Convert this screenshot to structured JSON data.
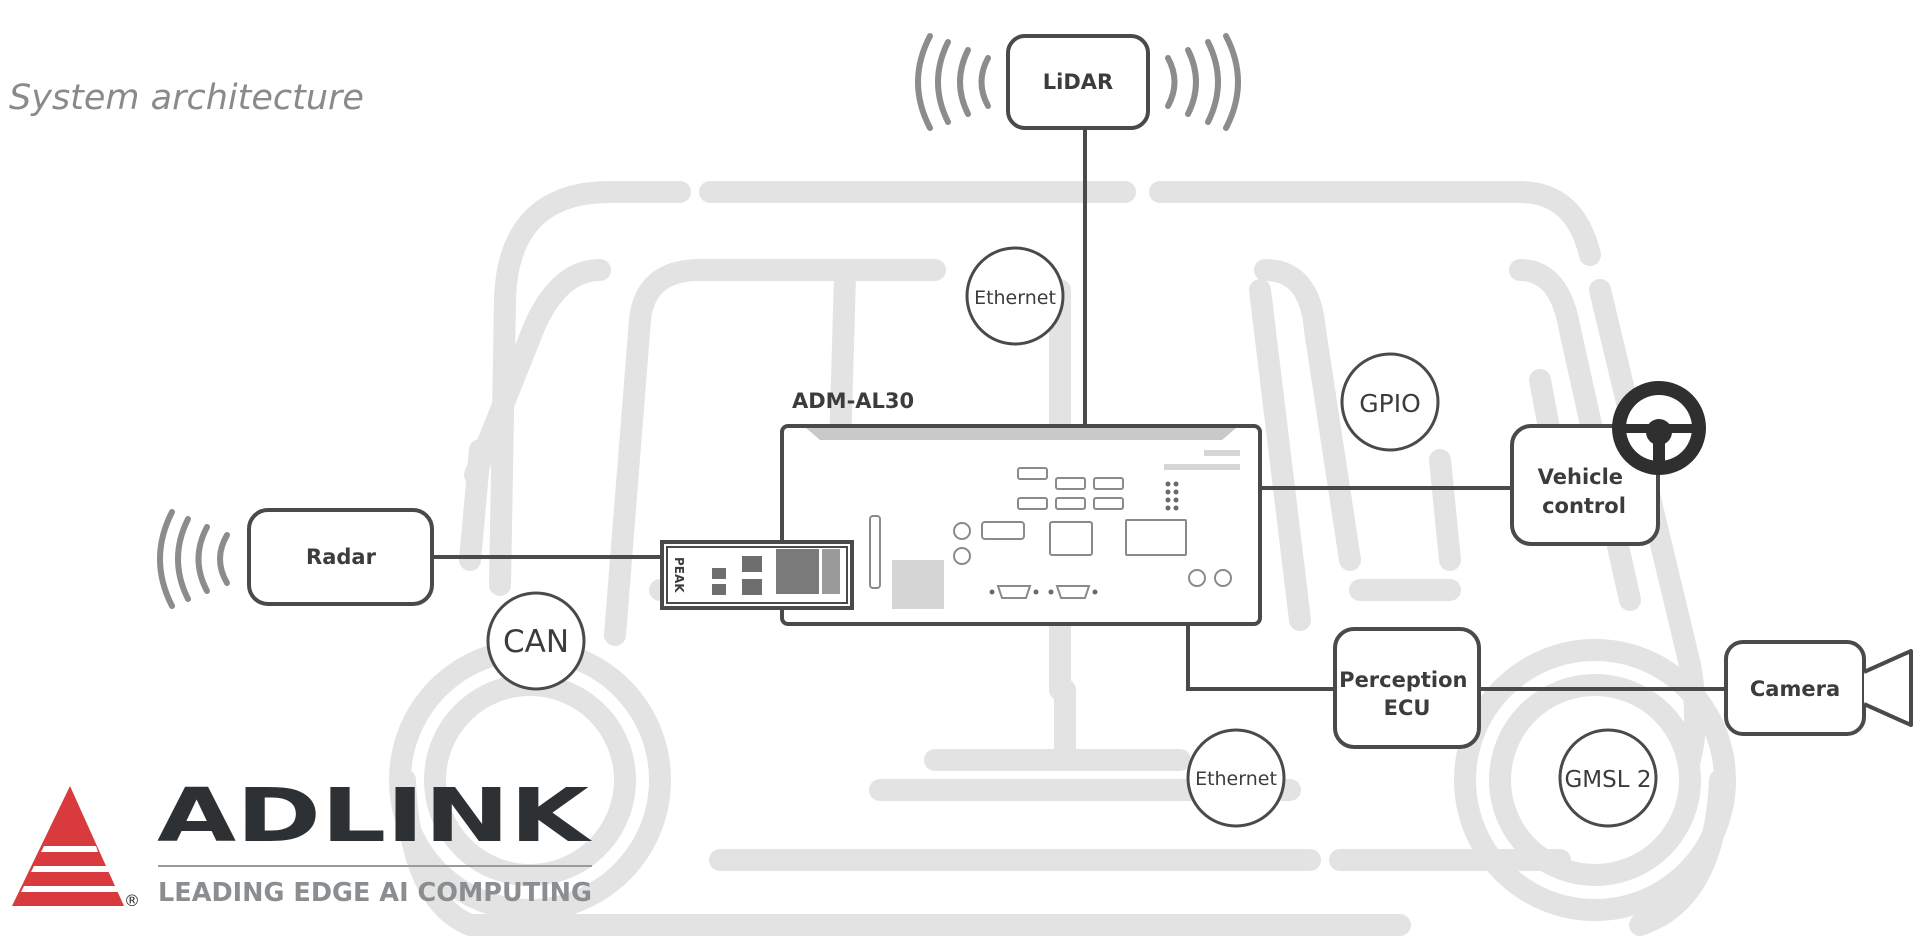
{
  "page": {
    "title": "System architecture"
  },
  "device": {
    "name": "ADM-AL30",
    "adapter_brand": "PEAK"
  },
  "nodes": {
    "lidar": "LiDAR",
    "radar": "Radar",
    "vehicle_control": [
      "Vehicle",
      "control"
    ],
    "perception_ecu": [
      "Perception",
      "ECU"
    ],
    "camera": "Camera"
  },
  "interfaces": {
    "ethernet_top": "Ethernet",
    "gpio": "GPIO",
    "can": "CAN",
    "ethernet_bottom": "Ethernet",
    "gmsl2": "GMSL 2"
  },
  "logo": {
    "brand": "ADLINK",
    "tagline": "LEADING EDGE AI COMPUTING",
    "registered": "®"
  },
  "colors": {
    "line": "#4a4a4a",
    "vehicle_outline": "#e3e3e3",
    "logo_dark": "#2e3133",
    "logo_red": "#d83a3d",
    "title_gray": "#8a8a8a"
  }
}
